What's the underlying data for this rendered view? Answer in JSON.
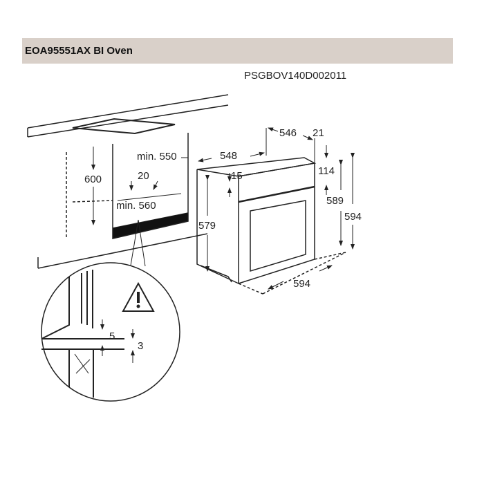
{
  "header": {
    "title": "EOA95551AX BI Oven"
  },
  "document_code": "PSGBOV140D002011",
  "dimensions": {
    "cabinet_height": "600",
    "min_width": "min. 550",
    "gap_20": "20",
    "min_depth": "min. 560",
    "depth_546": "546",
    "front_21": "21",
    "depth_548": "548",
    "top_15": "15",
    "panel_114": "114",
    "height_589": "589",
    "height_594": "594",
    "side_579": "579",
    "width_594": "594",
    "detail_5": "5",
    "detail_3": "3"
  },
  "warning_icon": "warning-triangle-icon"
}
